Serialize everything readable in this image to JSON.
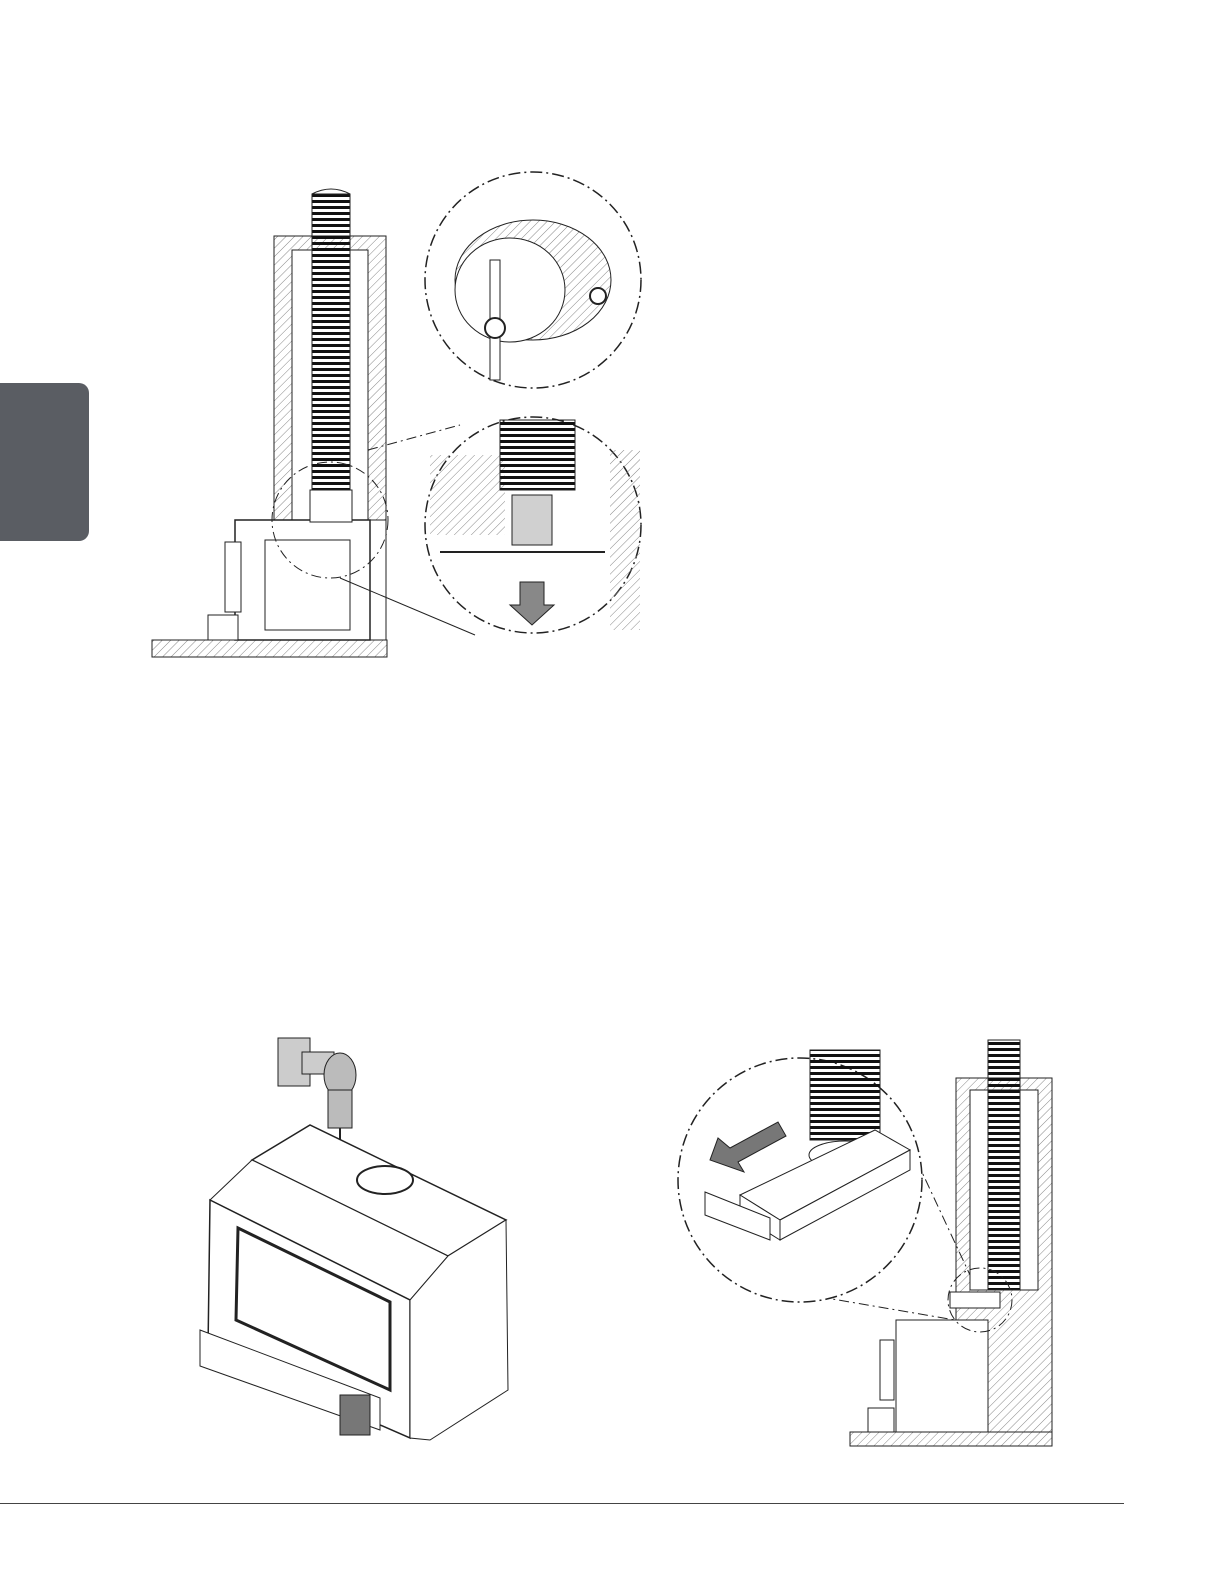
{
  "page": {
    "accent_tab_color": "#5a5d63",
    "rule_color": "#444444"
  },
  "figures": {
    "top": {
      "icon": "fireplace-insert-damper-cutaway-illustration"
    },
    "detail_damper": {
      "icon": "damper-assembly-closeup"
    },
    "detail_hand": {
      "icon": "hand-pulling-damper-closeup"
    },
    "bottom_left": {
      "icon": "drill-on-stove-top-illustration"
    },
    "bottom_right": {
      "icon": "flue-adapter-slide-out-illustration"
    }
  }
}
